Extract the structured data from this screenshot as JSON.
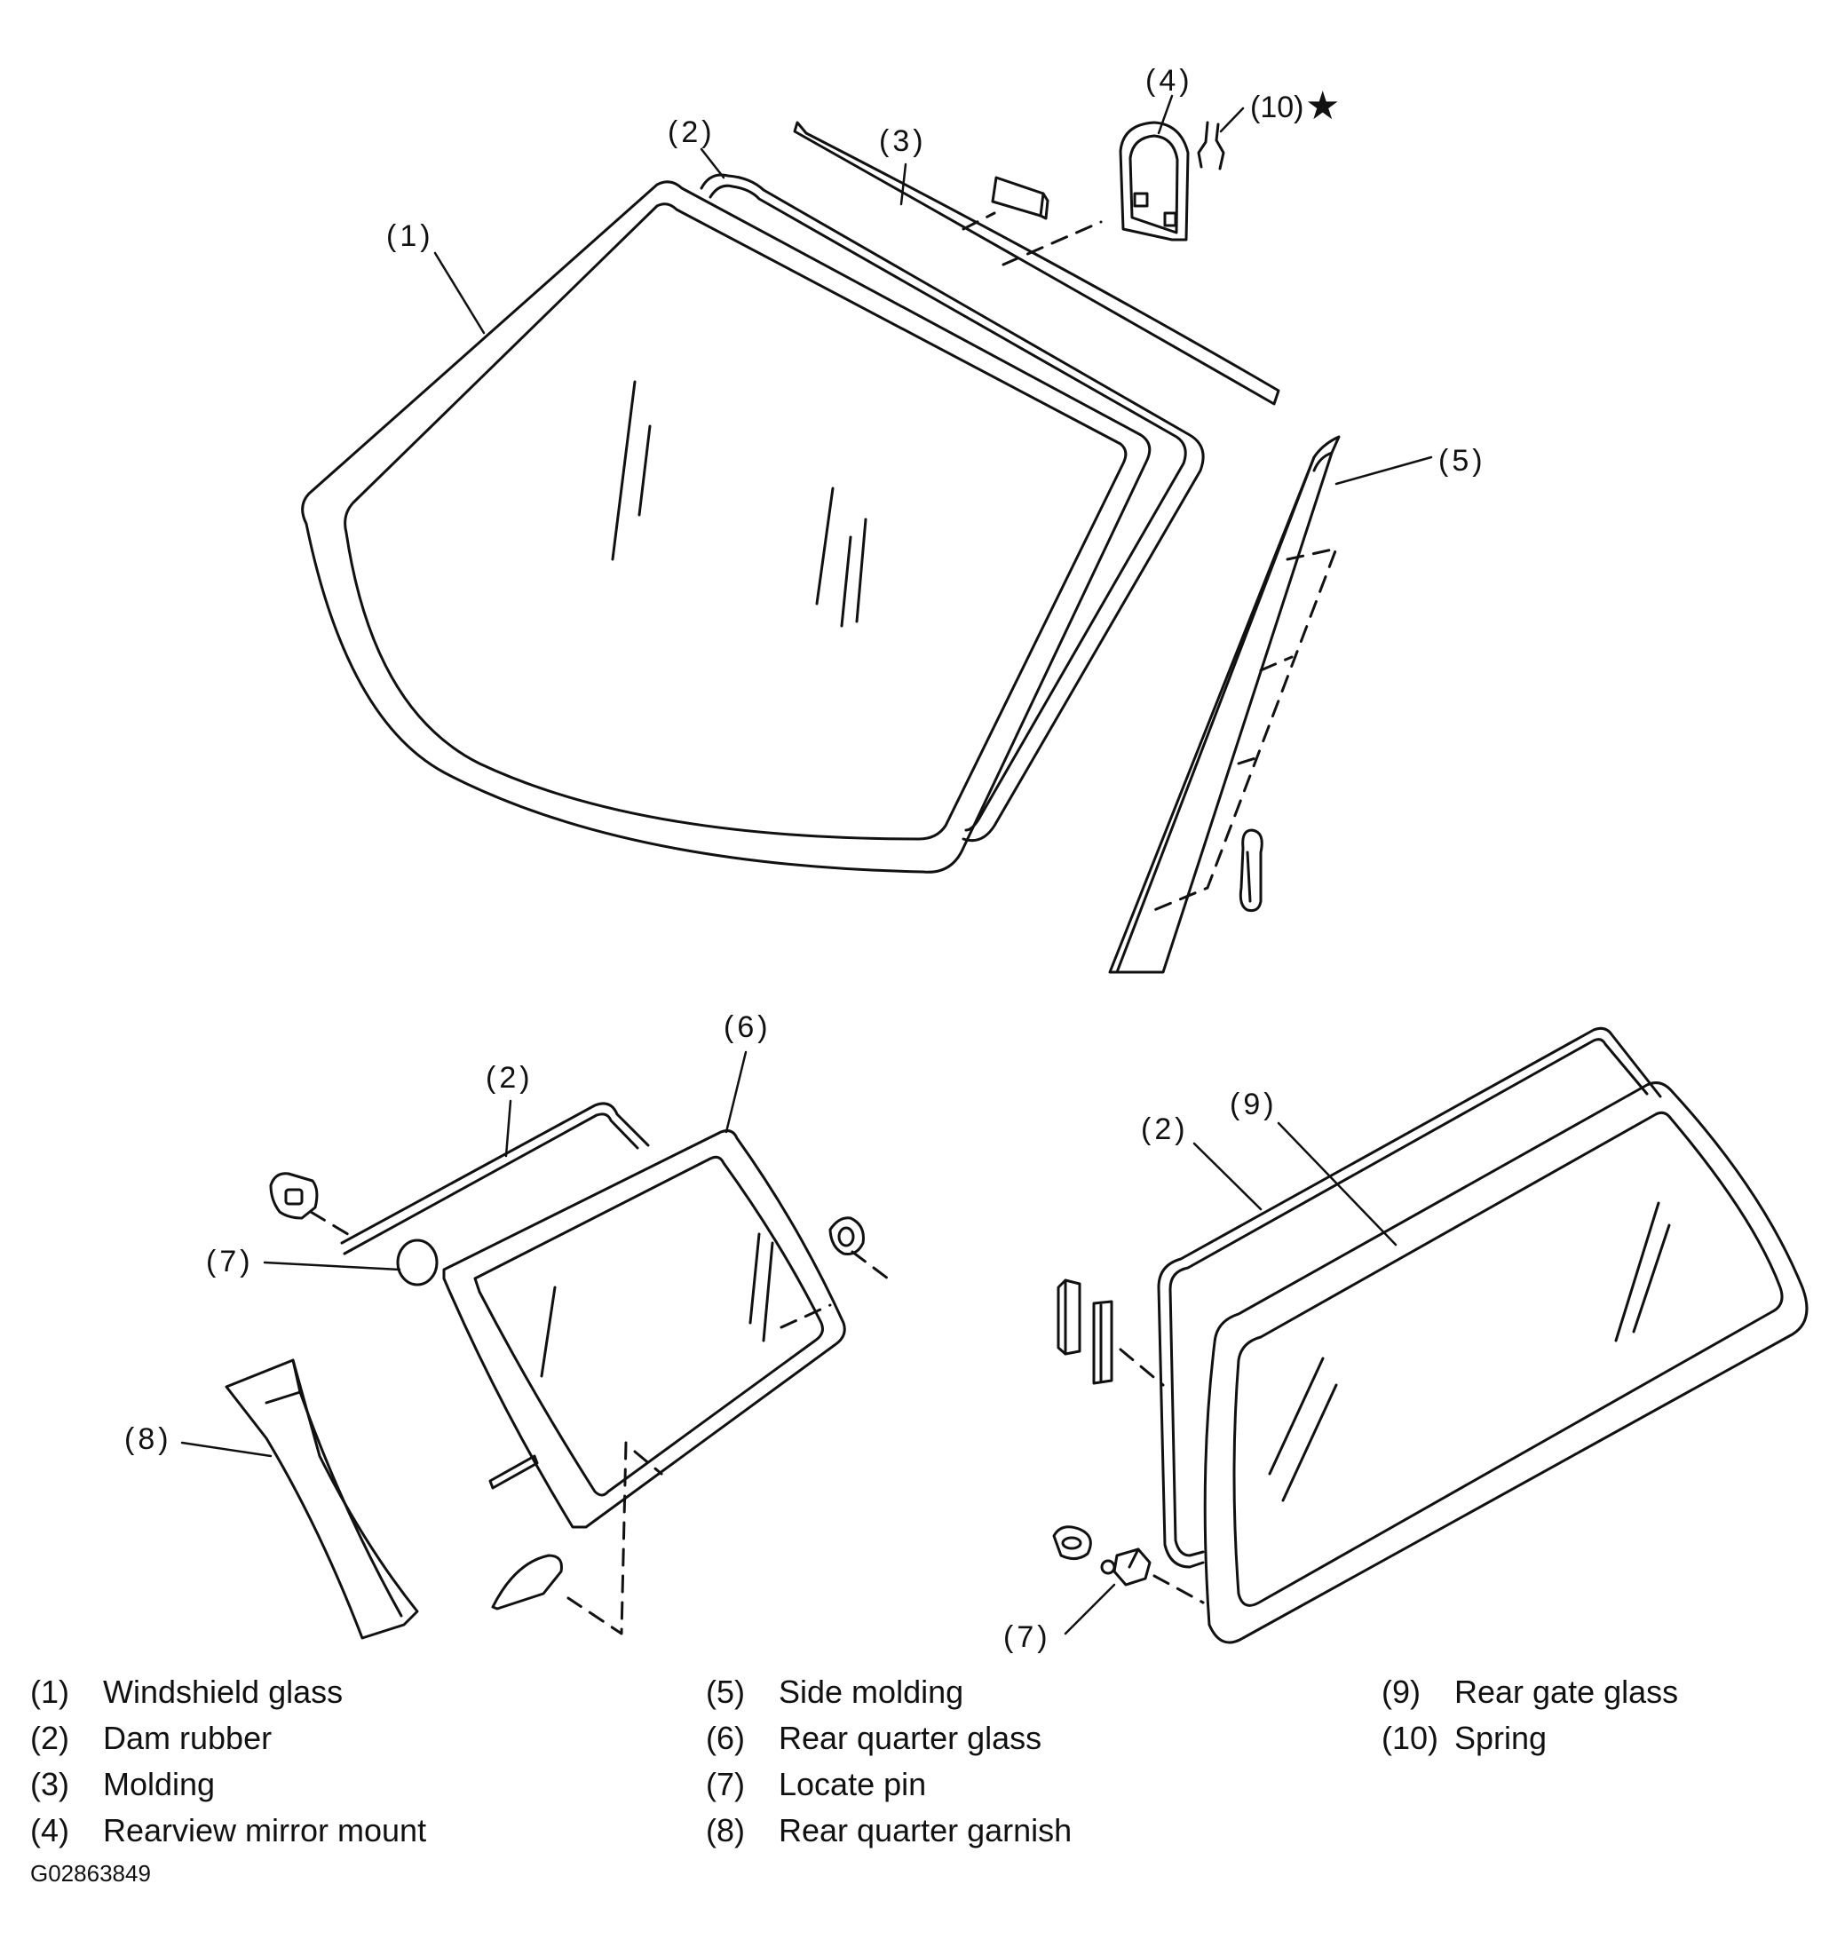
{
  "callouts": {
    "c1": "(1)",
    "c2a": "(2)",
    "c3": "(3)",
    "c4": "(4)",
    "c10": "(10)",
    "c5": "(5)",
    "c6": "(6)",
    "c2b": "(2)",
    "c7a": "(7)",
    "c8": "(8)",
    "c9": "(9)",
    "c2c": "(2)",
    "c7b": "(7)",
    "star": "★"
  },
  "legend": [
    [
      {
        "num": "(1)",
        "label": "Windshield glass"
      },
      {
        "num": "(2)",
        "label": "Dam rubber"
      },
      {
        "num": "(3)",
        "label": "Molding"
      },
      {
        "num": "(4)",
        "label": "Rearview mirror mount"
      }
    ],
    [
      {
        "num": "(5)",
        "label": "Side molding"
      },
      {
        "num": "(6)",
        "label": "Rear quarter glass"
      },
      {
        "num": "(7)",
        "label": "Locate pin"
      },
      {
        "num": "(8)",
        "label": "Rear quarter garnish"
      }
    ],
    [
      {
        "num": "(9)",
        "label": "Rear gate glass"
      },
      {
        "num": "(10)",
        "label": "Spring"
      }
    ]
  ],
  "figure_id": "G02863849"
}
